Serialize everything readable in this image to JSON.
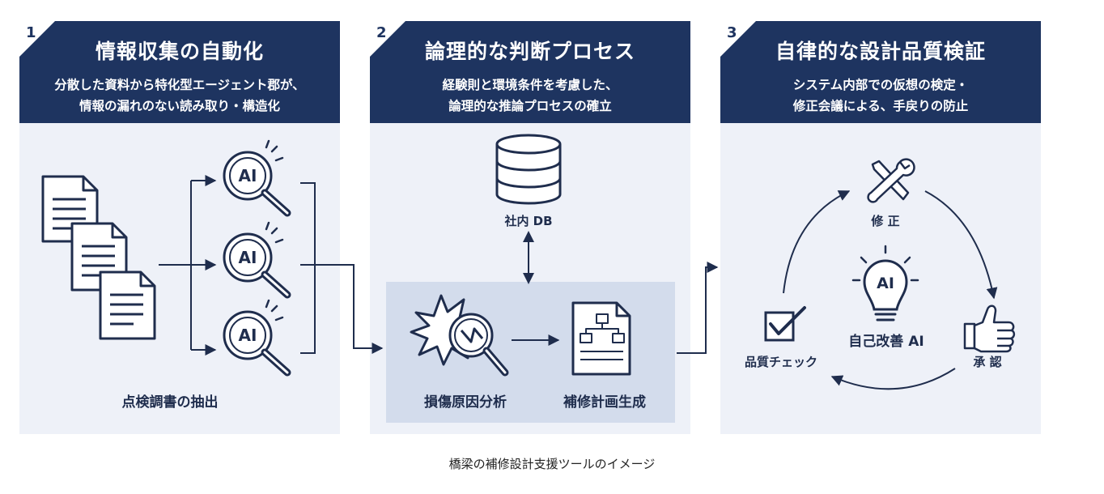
{
  "panels": [
    {
      "number": "1",
      "title": "情報収集の自動化",
      "desc1": "分散した資料から特化型エージェント郡が、",
      "desc2": "情報の漏れのない読み取り・構造化",
      "label": "点検調書の抽出",
      "ai_badge": "AI"
    },
    {
      "number": "2",
      "title": "論理的な判断プロセス",
      "desc1": "経験則と環境条件を考慮した、",
      "desc2": "論理的な推論プロセスの確立",
      "db_label": "社内 DB",
      "damage_label": "損傷原因分析",
      "plan_label": "補修計画生成"
    },
    {
      "number": "3",
      "title": "自律的な設計品質検証",
      "desc1": "システム内部での仮想の検定・",
      "desc2": "修正会議による、手戻りの防止",
      "fix_label": "修 正",
      "approve_label": "承 認",
      "check_label": "品質チェック",
      "center_label": "自己改善 AI",
      "ai_badge": "AI"
    }
  ],
  "caption": "橋梁の補修設計支援ツールのイメージ",
  "colors": {
    "navy": "#1e3460",
    "panel_bg": "#eef1f8",
    "inner_bg": "#d3dcec"
  }
}
